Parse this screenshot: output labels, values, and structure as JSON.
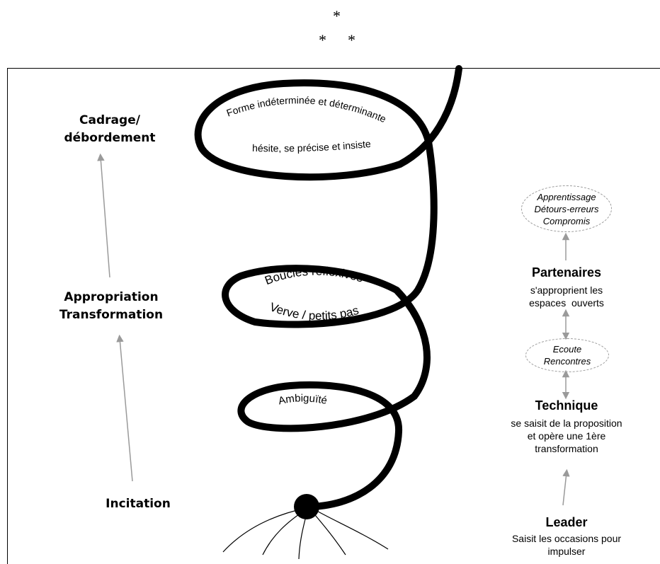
{
  "asterisks": [
    "*",
    "*",
    "*"
  ],
  "stages": {
    "top_line1": "Cadrage/",
    "top_line2": "débordement",
    "middle_line1": "Appropriation",
    "middle_line2": "Transformation",
    "bottom": "Incitation"
  },
  "spiral_labels": {
    "loop1_upper": "Forme indéterminée et déterminante",
    "loop1_lower": "hésite, se précise et insiste",
    "loop2_upper": "Boucles réflexives",
    "loop2_lower": "Verve / petits pas",
    "loop3": "Ambiguïté"
  },
  "roles": {
    "top_bubble": [
      "Apprentissage",
      "Détours-erreurs",
      "Compromis"
    ],
    "partenaires_title": "Partenaires",
    "partenaires_desc": [
      "s'approprient les",
      "espaces  ouverts"
    ],
    "middle_bubble": [
      "Ecoute",
      "Rencontres"
    ],
    "technique_title": "Technique",
    "technique_desc": [
      "se saisit de la proposition",
      "et opère une 1ère",
      "transformation"
    ],
    "leader_title": "Leader",
    "leader_desc": [
      "Saisit les occasions pour",
      "impulser"
    ]
  },
  "colors": {
    "spiral": "#000000",
    "arrows": "#9a9a9a"
  }
}
